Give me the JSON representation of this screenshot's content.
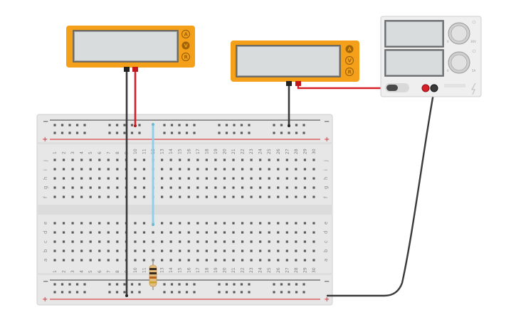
{
  "breadboard": {
    "rail_plus": "+",
    "rail_minus": "−",
    "columns": [
      "1",
      "2",
      "3",
      "4",
      "5",
      "6",
      "7",
      "8",
      "9",
      "10",
      "11",
      "12",
      "13",
      "14",
      "15",
      "16",
      "17",
      "18",
      "19",
      "20",
      "21",
      "22",
      "23",
      "24",
      "25",
      "26",
      "27",
      "28",
      "29",
      "30"
    ],
    "rows_top": [
      "j",
      "i",
      "h",
      "g",
      "f"
    ],
    "rows_bottom": [
      "e",
      "d",
      "c",
      "b",
      "a"
    ]
  },
  "multimeter1": {
    "buttons": [
      "A",
      "V",
      "R"
    ],
    "display": ""
  },
  "multimeter2": {
    "buttons": [
      "A",
      "V",
      "R"
    ],
    "display": ""
  },
  "power_supply": {
    "display_v": "",
    "display_a": "",
    "knob_v_label": "30V",
    "knob_a_label": "5A",
    "knob_v_min": "0",
    "knob_a_min": "0"
  },
  "colors": {
    "multimeter_body": "#f5a01a",
    "wire_red": "#d61f26",
    "wire_black": "#3a3a3a",
    "wire_blue": "#8fd0e8",
    "breadboard": "#e6e6e6"
  }
}
